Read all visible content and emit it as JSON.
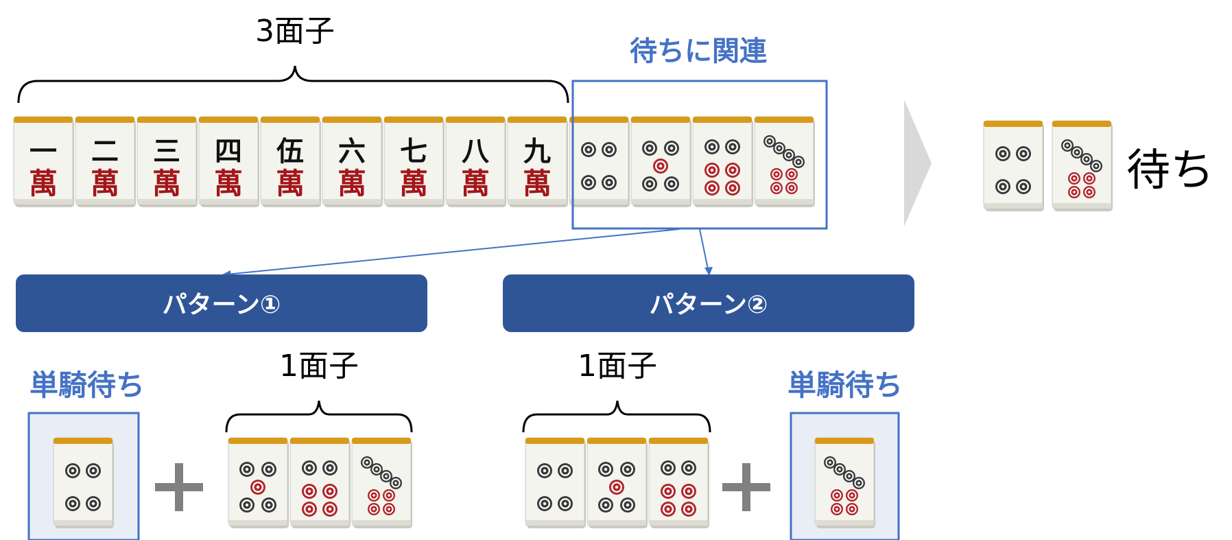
{
  "top": {
    "mentsu_label": "3面子",
    "related_label": "待ちに関連",
    "man_tiles": [
      "一",
      "二",
      "三",
      "四",
      "伍",
      "六",
      "七",
      "八",
      "九"
    ],
    "man_suit_char": "萬",
    "pin_tiles": [
      "4",
      "5",
      "6",
      "7"
    ]
  },
  "result": {
    "wait_tiles": [
      "4",
      "7"
    ],
    "wait_label": "待ち"
  },
  "pattern1": {
    "title": "パターン①",
    "single_label": "単騎待ち",
    "single_tile": "4",
    "mentsu_label": "1面子",
    "mentsu_tiles": [
      "5",
      "6",
      "7"
    ],
    "plus": "+"
  },
  "pattern2": {
    "title": "パターン②",
    "single_label": "単騎待ち",
    "single_tile": "7",
    "mentsu_label": "1面子",
    "mentsu_tiles": [
      "4",
      "5",
      "6"
    ],
    "plus": "+"
  },
  "colors": {
    "accent_blue": "#4472c4",
    "banner_blue": "#2f5597",
    "tile_face": "#f4f4ee",
    "tile_back": "#d89a1a",
    "pin_dark": "#3a3a3a",
    "pin_red": "#b0272b",
    "man_red": "#a3161a",
    "single_fill": "#e9edf6",
    "arrow_gray": "#d9d9d9",
    "plus_gray": "#808080"
  }
}
